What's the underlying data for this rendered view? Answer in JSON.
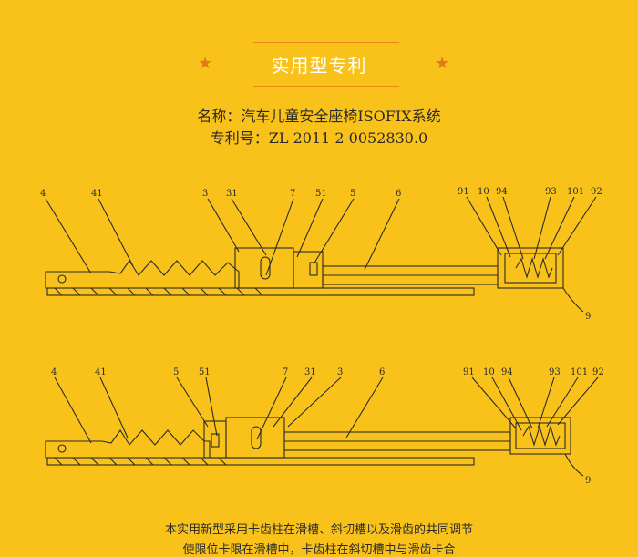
{
  "header": {
    "title": "实用型专利",
    "star": "★"
  },
  "info": {
    "name_line": "名称：汽车儿童安全座椅ISOFIX系统",
    "patent_line": "专利号：ZL 2011 2 0052830.0"
  },
  "figure1": {
    "labels": [
      "4",
      "41",
      "3",
      "31",
      "7",
      "51",
      "5",
      "6",
      "91",
      "10",
      "94",
      "93",
      "101",
      "92",
      "9"
    ]
  },
  "figure2": {
    "labels": [
      "4",
      "41",
      "5",
      "51",
      "7",
      "31",
      "3",
      "6",
      "91",
      "10",
      "94",
      "93",
      "101",
      "92",
      "9"
    ]
  },
  "description": {
    "line1": "本实用新型采用卡齿柱在滑槽、斜切槽以及滑齿的共同调节",
    "line2": "使限位卡限在滑槽中，卡齿柱在斜切槽中与滑齿卡合"
  },
  "colors": {
    "background": "#f9c21a",
    "title_text": "#ffffff",
    "accent": "#e07a1a",
    "line_drawing": "#2a2a2a"
  }
}
